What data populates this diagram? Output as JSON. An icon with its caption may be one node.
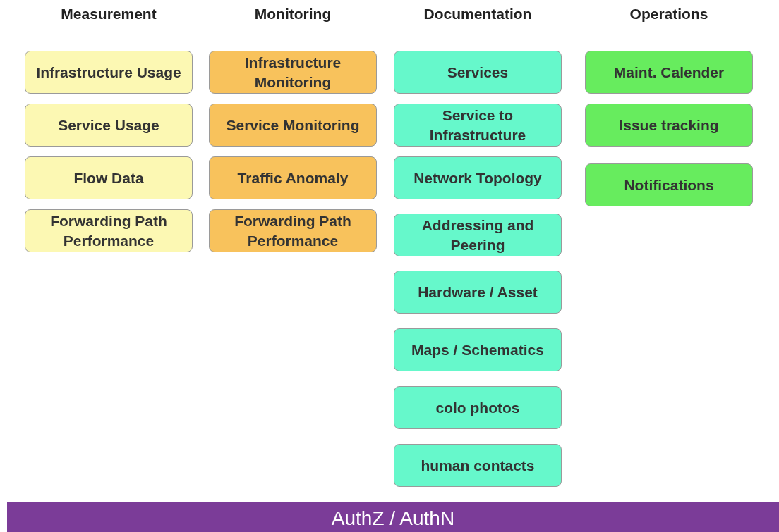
{
  "diagram": {
    "nodes": [
      {
        "text": [
          "Infrastructure Usage"
        ]
      },
      {
        "text": [
          "Service Usage"
        ]
      },
      {
        "text": [
          "Flow Data"
        ]
      },
      {
        "text": [
          "Forwarding Path Performance"
        ]
      },
      {
        "text": [
          "Infrastructure Monitoring"
        ]
      },
      {
        "text": [
          "Service Monitoring"
        ]
      },
      {
        "text": [
          "Traffic Anomaly"
        ]
      },
      {
        "text": [
          "Forwarding Path Performance"
        ]
      },
      {
        "text": [
          "Services"
        ]
      },
      {
        "text": [
          "Service to Infrastructure"
        ]
      },
      {
        "text": [
          "Network Topology"
        ]
      },
      {
        "text": [
          "Addressing and Peering"
        ]
      },
      {
        "text": [
          "Hardware / Asset"
        ]
      },
      {
        "text": [
          "Maps / Schematics"
        ]
      },
      {
        "text": [
          "colo photos"
        ]
      },
      {
        "text": [
          "human contacts"
        ]
      },
      {
        "text": [
          "Maint. Calender"
        ]
      },
      {
        "text": [
          "Issue tracking"
        ]
      },
      {
        "text": [
          "Notifications"
        ]
      },
      {
        "text": [
          "AuthZ / AuthN"
        ]
      }
    ],
    "edges": [],
    "labels": [
      "Measurement",
      "Monitoring",
      "Documentation",
      "Operations"
    ]
  }
}
